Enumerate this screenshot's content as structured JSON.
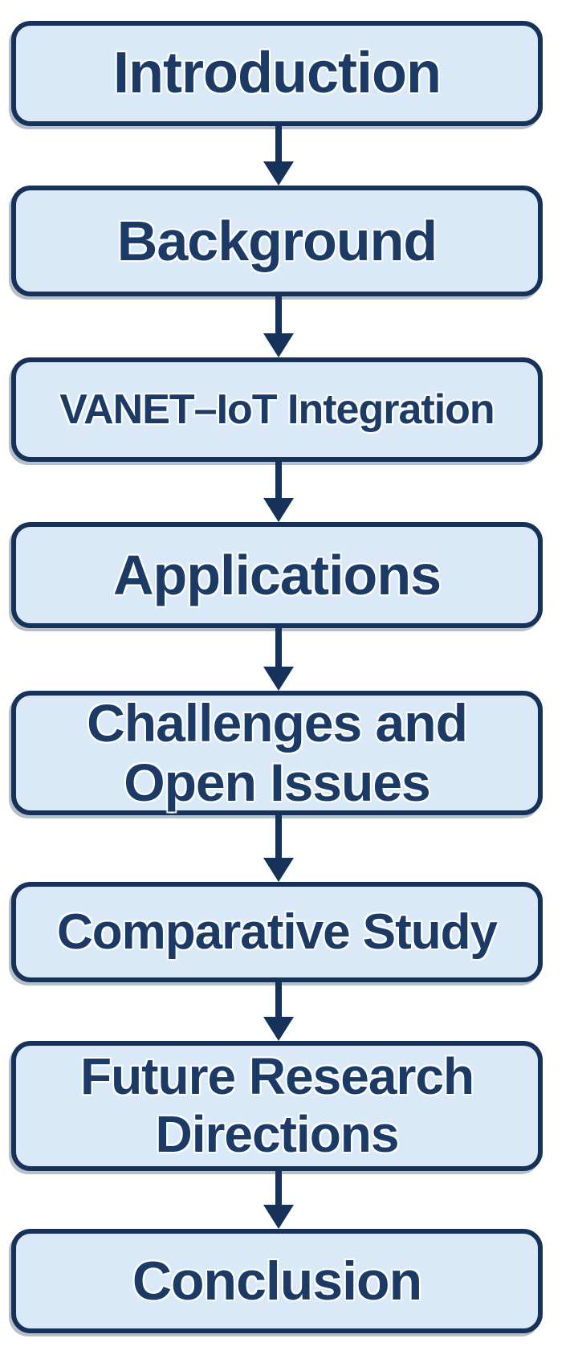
{
  "diagram": {
    "type": "flowchart",
    "direction": "top-down",
    "background_color": "#ffffff",
    "node_fill_color": "#d9e9f8",
    "node_border_color": "#16325a",
    "node_text_color": "#1c3a66",
    "arrow_color": "#16325a",
    "nodes": [
      {
        "id": "introduction",
        "label": "Introduction",
        "lines": [
          "Introduction"
        ]
      },
      {
        "id": "background",
        "label": "Background",
        "lines": [
          "Background"
        ]
      },
      {
        "id": "vanet-iot-integration",
        "label": "VANET–IoT Integration",
        "lines": [
          "VANET–IoT Integration"
        ]
      },
      {
        "id": "applications",
        "label": "Applications",
        "lines": [
          "Applications"
        ]
      },
      {
        "id": "challenges-and-open-issues",
        "label": "Challenges and Open Issues",
        "lines": [
          "Challenges and",
          "Open Issues"
        ]
      },
      {
        "id": "comparative-study",
        "label": "Comparative Study",
        "lines": [
          "Comparative Study"
        ]
      },
      {
        "id": "future-research-directions",
        "label": "Future Research Directions",
        "lines": [
          "Future Research",
          "Directions"
        ]
      },
      {
        "id": "conclusion",
        "label": "Conclusion",
        "lines": [
          "Conclusion"
        ]
      }
    ],
    "edges": [
      {
        "from": "introduction",
        "to": "background"
      },
      {
        "from": "background",
        "to": "vanet-iot-integration"
      },
      {
        "from": "vanet-iot-integration",
        "to": "applications"
      },
      {
        "from": "applications",
        "to": "challenges-and-open-issues"
      },
      {
        "from": "challenges-and-open-issues",
        "to": "comparative-study"
      },
      {
        "from": "comparative-study",
        "to": "future-research-directions"
      },
      {
        "from": "future-research-directions",
        "to": "conclusion"
      }
    ]
  }
}
